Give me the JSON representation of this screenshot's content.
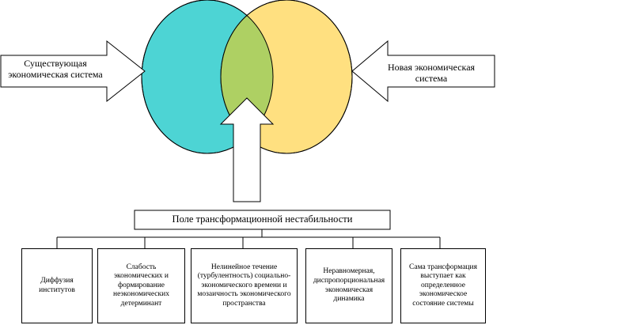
{
  "colors": {
    "left_circle": "#4dd4d4",
    "right_circle": "#ffe080",
    "overlap": "#aed063",
    "stroke": "#000000"
  },
  "diagram": {
    "existing_system": "Существующая экономическая система",
    "new_system": "Новая экономическая система",
    "field": "Поле трансформационной нестабильности",
    "factors": [
      "Диффузия институтов",
      "Слабость экономических и формирование неэкономических детерминант",
      "Нелинейное течение (турбулентность) социально-экономического времени и мозаичность экономического пространства",
      "Неравномерная, диспропорциональная экономическая динамика",
      "Сама трансформация выступает как определенное экономическое состояние системы"
    ]
  }
}
